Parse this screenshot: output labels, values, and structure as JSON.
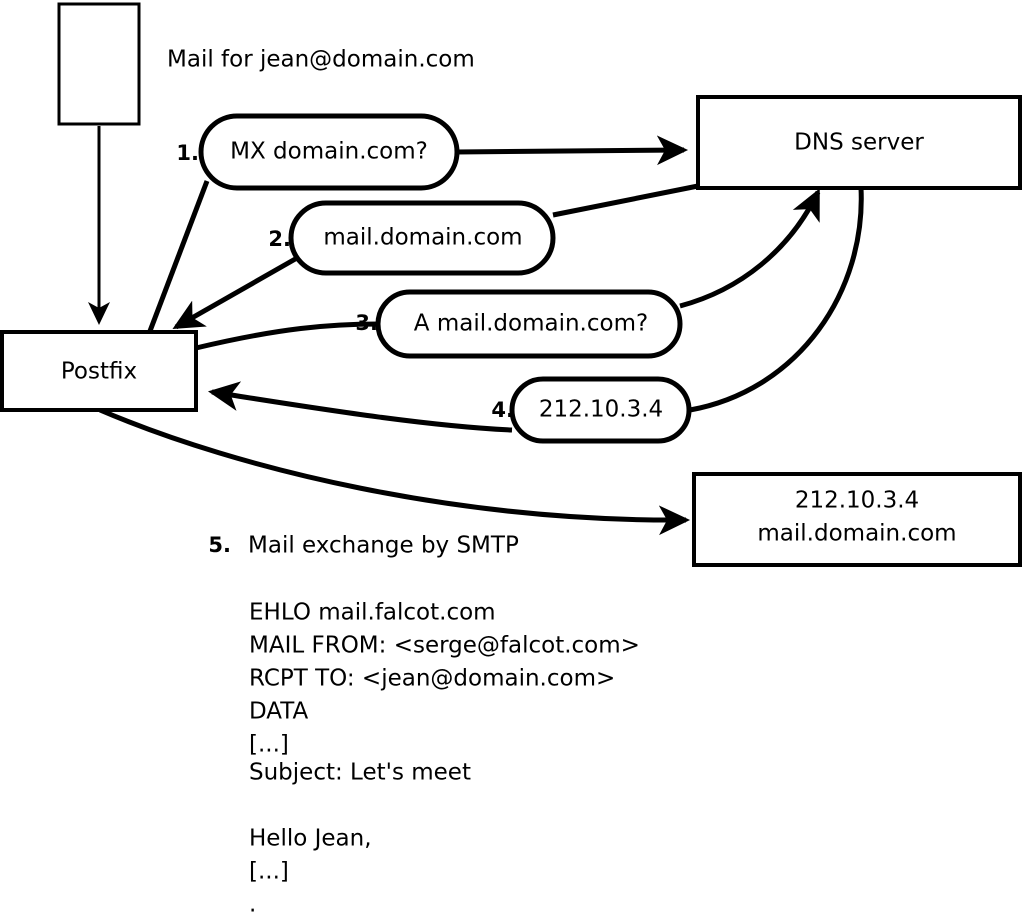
{
  "diagram": {
    "title_note": "Mail for jean@domain.com",
    "nodes": [
      {
        "id": "sender",
        "label": "",
        "name": "sender-box"
      },
      {
        "id": "postfix",
        "label": "Postfix",
        "name": "postfix-box"
      },
      {
        "id": "dns",
        "label": "DNS server",
        "name": "dns-server-box"
      },
      {
        "id": "mailserver_line1",
        "label": "212.10.3.4",
        "name": "mail-server-box-ip"
      },
      {
        "id": "mailserver_line2",
        "label": "mail.domain.com",
        "name": "mail-server-box-host"
      }
    ],
    "steps": [
      {
        "num": "1.",
        "label": "MX domain.com?"
      },
      {
        "num": "2.",
        "label": "mail.domain.com"
      },
      {
        "num": "3.",
        "label": "A mail.domain.com?"
      },
      {
        "num": "4.",
        "label": "212.10.3.4"
      }
    ],
    "step5": {
      "num": "5.",
      "label": "Mail exchange by SMTP"
    },
    "transcript": [
      "EHLO mail.falcot.com",
      "MAIL FROM: <serge@falcot.com>",
      "RCPT TO: <jean@domain.com>",
      "DATA",
      "[...]",
      "Subject: Let's meet",
      "",
      "Hello Jean,",
      "[...]",
      "."
    ],
    "colors": {
      "stroke": "#000000",
      "fill": "#ffffff",
      "text": "#000000"
    }
  }
}
